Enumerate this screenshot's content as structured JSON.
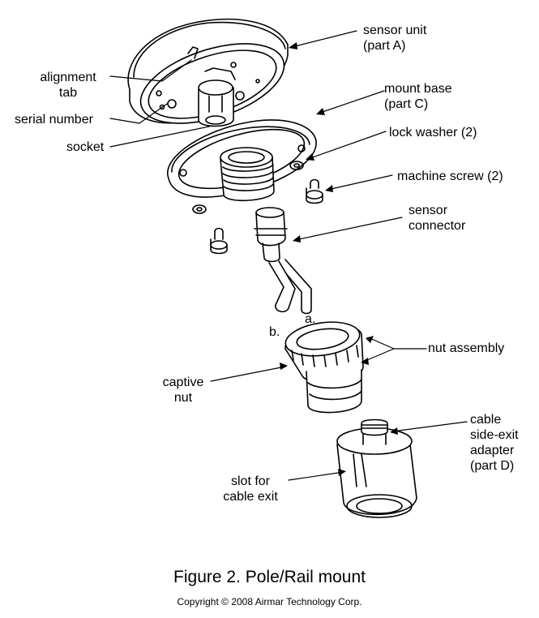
{
  "labels": {
    "sensor_unit": "sensor unit\n(part A)",
    "alignment_tab": "alignment\ntab",
    "serial_number": "serial number",
    "socket": "socket",
    "mount_base": "mount base\n(part C)",
    "lock_washer": "lock washer (2)",
    "machine_screw": "machine screw (2)",
    "sensor_connector": "sensor\nconnector",
    "cable_a": "a.",
    "cable_b": "b.",
    "nut_assembly": "nut assembly",
    "captive_nut": "captive\nnut",
    "cable_adapter": "cable\nside-exit\nadapter\n(part D)",
    "slot_cable_exit": "slot for\ncable exit"
  },
  "caption": "Figure 2. Pole/Rail mount",
  "copyright": "Copyright © 2008 Airmar Technology Corp."
}
